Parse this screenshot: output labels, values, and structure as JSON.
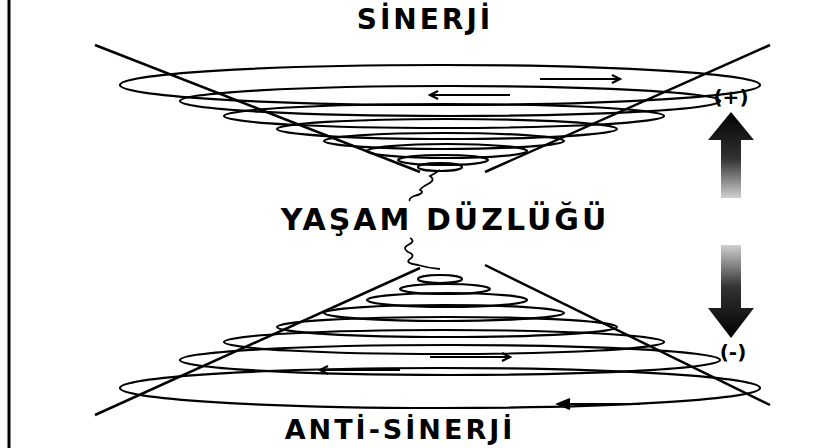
{
  "diagram": {
    "labels": [
      "SİNERJİ",
      "(+)",
      "YAŞAM DÜZLÜĞÜ",
      "(-)",
      "ANTİ-SİNERJİ"
    ]
  }
}
